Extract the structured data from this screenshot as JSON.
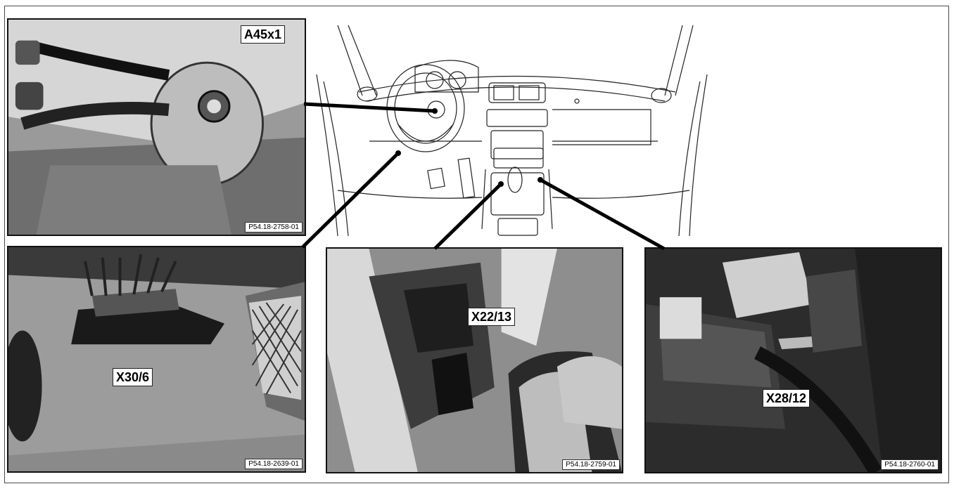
{
  "panels": {
    "steering": {
      "label": "A45x1",
      "ref": "P54.18-2758-01"
    },
    "pedal": {
      "label": "X30/6",
      "ref": "P54.18-2639-01"
    },
    "console": {
      "label": "X22/13",
      "ref": "P54.18-2759-01"
    },
    "right": {
      "label": "X28/12",
      "ref": "P54.18-2760-01"
    }
  },
  "colors": {
    "ink": "#111111",
    "paper": "#ffffff",
    "photo_mid": "#8a8a8a"
  }
}
